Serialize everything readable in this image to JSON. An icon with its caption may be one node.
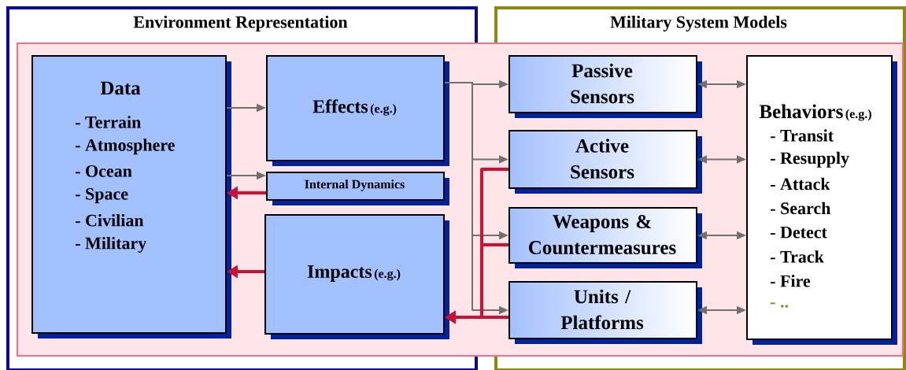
{
  "diagram": {
    "nodes": [
      {
        "text": [
          "Environment Representation"
        ]
      },
      {
        "text": [
          "Military System Models"
        ]
      },
      {
        "text": [
          "Data",
          "- Terrain",
          "- Atmosphere",
          "- Ocean",
          "- Space",
          "- Civilian",
          "- Military"
        ],
        "in": 0
      },
      {
        "text": [
          "Effects",
          "(e.g.)"
        ],
        "in": 0
      },
      {
        "text": [
          "Internal Dynamics"
        ],
        "in": 0
      },
      {
        "text": [
          "Impacts",
          "(e.g.)"
        ],
        "in": 0
      },
      {
        "text": [
          "Passive Sensors"
        ],
        "in": 1
      },
      {
        "text": [
          "Active Sensors"
        ],
        "in": 1
      },
      {
        "text": [
          "Weapons & Countermeasures"
        ],
        "in": 1
      },
      {
        "text": [
          "Units / Platforms"
        ],
        "in": 1
      },
      {
        "text": [
          "Behaviors",
          "(e.g.)",
          "- Transit",
          "- Resupply",
          "- Attack",
          "- Search",
          "- Detect",
          "- Track",
          "- Fire",
          "- .."
        ],
        "in": 1
      }
    ],
    "edges": [
      {
        "from": 2,
        "to": 3,
        "arrow": "to"
      },
      {
        "from": 2,
        "to": 4,
        "arrow": "to"
      },
      {
        "from": 4,
        "to": 2,
        "arrow": "to",
        "style": "thick",
        "color": "#cc1133"
      },
      {
        "from": 5,
        "to": 2,
        "arrow": "to",
        "style": "thick",
        "color": "#cc1133"
      },
      {
        "from": 3,
        "to": 6,
        "arrow": "to"
      },
      {
        "from": 3,
        "to": 7,
        "arrow": "to"
      },
      {
        "from": 3,
        "to": 8,
        "arrow": "to"
      },
      {
        "from": 3,
        "to": 9,
        "arrow": "to"
      },
      {
        "from": 7,
        "to": 5,
        "arrow": "to",
        "style": "thick",
        "color": "#cc1133"
      },
      {
        "from": 8,
        "to": 5,
        "arrow": "to",
        "style": "thick",
        "color": "#cc1133"
      },
      {
        "from": 9,
        "to": 5,
        "arrow": "to",
        "style": "thick",
        "color": "#cc1133"
      },
      {
        "from": 6,
        "to": 10,
        "arrow": "both"
      },
      {
        "from": 7,
        "to": 10,
        "arrow": "both"
      },
      {
        "from": 8,
        "to": 10,
        "arrow": "both"
      },
      {
        "from": 9,
        "to": 10,
        "arrow": "both"
      }
    ]
  }
}
